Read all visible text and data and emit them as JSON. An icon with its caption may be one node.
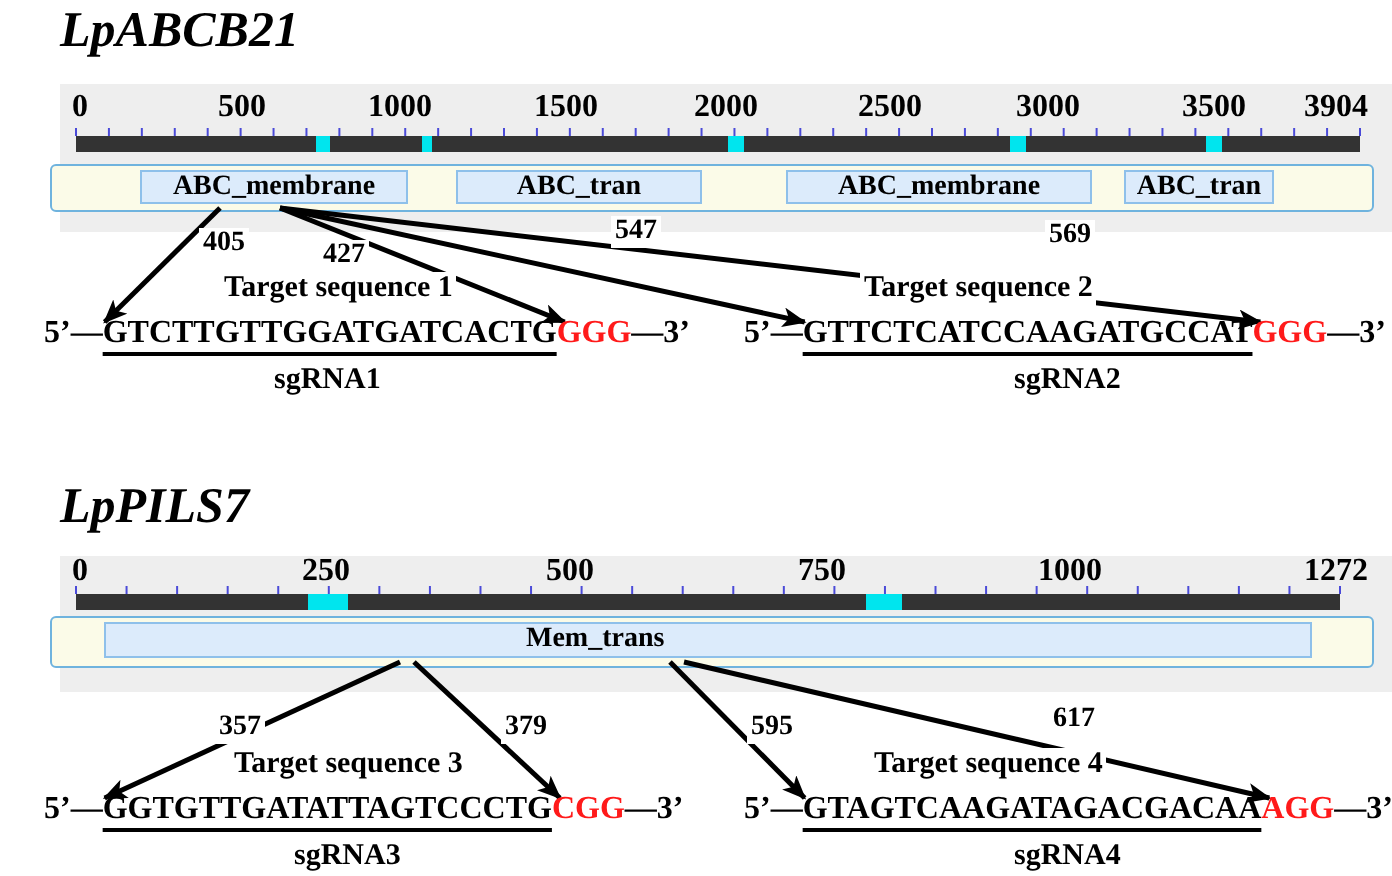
{
  "diagram": {
    "nodes": [
      {
        "text": [
          "ABC_membrane"
        ]
      },
      {
        "text": [
          "ABC_tran"
        ]
      },
      {
        "text": [
          "ABC_membrane"
        ]
      },
      {
        "text": [
          "ABC_tran"
        ]
      },
      {
        "text": [
          "GTCTTGTTGGATGATCACTG"
        ],
        "beside": [
          "Target sequence 1",
          "sgRNA1"
        ]
      },
      {
        "text": [
          "GGG"
        ]
      },
      {
        "text": [
          "GTTCTCATCCAAGATGCCAT"
        ],
        "beside": [
          "Target sequence 2",
          "sgRNA2"
        ]
      },
      {
        "text": [
          "GGG"
        ]
      },
      {
        "text": [
          "Mem_trans"
        ]
      },
      {
        "text": [
          "GGTGTTGATATTAGTCCCTG"
        ],
        "beside": [
          "Target sequence 3",
          "sgRNA3"
        ]
      },
      {
        "text": [
          "CGG"
        ]
      },
      {
        "text": [
          "GTAGTCAAGATAGACGACAA"
        ],
        "beside": [
          "Target sequence 4",
          "sgRNA4"
        ]
      },
      {
        "text": [
          "AGG"
        ]
      }
    ],
    "edges": [
      {
        "from": 0,
        "to": 4,
        "arrow": "to",
        "label": "405"
      },
      {
        "from": 0,
        "to": 5,
        "arrow": "to",
        "label": "427"
      },
      {
        "from": 0,
        "to": 6,
        "arrow": "to",
        "label": "547"
      },
      {
        "from": 0,
        "to": 7,
        "arrow": "to",
        "label": "569"
      },
      {
        "from": 8,
        "to": 9,
        "arrow": "to",
        "label": "357"
      },
      {
        "from": 8,
        "to": 10,
        "arrow": "to",
        "label": "379"
      },
      {
        "from": 8,
        "to": 11,
        "arrow": "to",
        "label": "595"
      },
      {
        "from": 8,
        "to": 12,
        "arrow": "to",
        "label": "617"
      }
    ],
    "labels": [
      "LpABCB21",
      "0",
      "500",
      "1000",
      "1500",
      "2000",
      "2500",
      "3000",
      "3500",
      "3904",
      "5’—",
      "—3’",
      "5’—",
      "—3’",
      "LpPILS7",
      "0",
      "250",
      "500",
      "750",
      "1000",
      "1272",
      "5’—",
      "—3’",
      "5’—",
      "—3’"
    ]
  }
}
